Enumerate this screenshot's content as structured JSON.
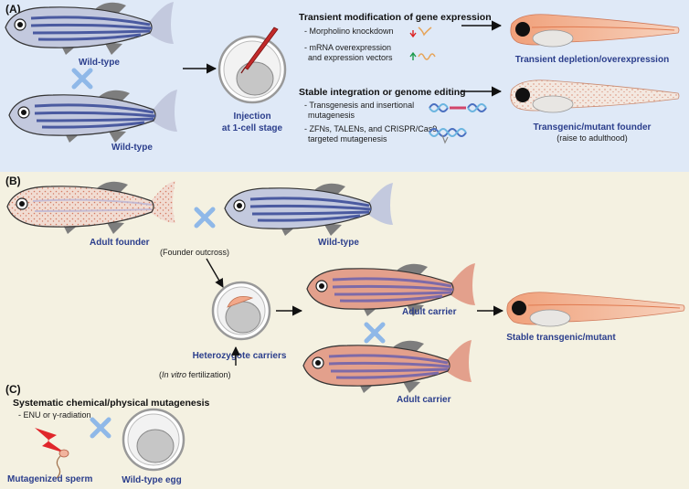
{
  "panels": {
    "a": {
      "tag": "(A)",
      "wild_type_1": "Wild-type",
      "wild_type_2": "Wild-type",
      "injection_1": "Injection",
      "injection_2": "at 1-cell stage",
      "transient_heading": "Transient modification of gene expression",
      "transient_item1": "- Morpholino knockdown",
      "transient_item2_1": "- mRNA overexpression",
      "transient_item2_2": "and expression vectors",
      "stable_heading": "Stable integration or genome editing",
      "stable_item1_1": "- Transgenesis and insertional",
      "stable_item1_2": "mutagenesis",
      "stable_item2_1": "- ZFNs, TALENs, and CRISPR/Cas9",
      "stable_item2_2": "targeted mutagenesis",
      "result_transient": "Transient depletion/overexpression",
      "result_founder": "Transgenic/mutant founder",
      "result_founder_note": "(raise to adulthood)"
    },
    "b": {
      "tag": "(B)",
      "adult_founder": "Adult founder",
      "wild_type": "Wild-type",
      "founder_outcross": "(Founder outcross)",
      "heterozygote_carriers": "Heterozygote carriers",
      "adult_carrier_1": "Adult carrier",
      "adult_carrier_2": "Adult carrier",
      "stable_result": "Stable transgenic/mutant",
      "ivf_open": "(",
      "ivf_italic": "In vitro",
      "ivf_rest": " fertilization)"
    },
    "c": {
      "tag": "(C)",
      "heading": "Systematic chemical/physical mutagenesis",
      "item": "- ENU or γ-radiation",
      "mutagenized_sperm": "Mutagenized sperm",
      "wild_type_egg": "Wild-type egg"
    }
  },
  "colors": {
    "panel_a_bg": "#dfe9f7",
    "panel_bc_bg": "#f4f1e1",
    "label_blue": "#2b3e8c",
    "cross_blue": "#8fb8e8",
    "wild_fish_body": "#c3c9de",
    "wild_fish_stripe": "#4a5aa0",
    "carrier_fish_body": "#e3a08c",
    "carrier_fish_stripe": "#7d6aa8",
    "founder_fish_body": "#ecd4c8",
    "larva_orange": "#f2ad8a",
    "egg_gray": "#c6c6c6",
    "bolt_red": "#e0262b"
  },
  "icons": [
    "cross-icon",
    "arrow-icon",
    "lightning-icon",
    "needle-icon",
    "dna-icon",
    "up-arrow-icon",
    "down-arrow-icon"
  ]
}
